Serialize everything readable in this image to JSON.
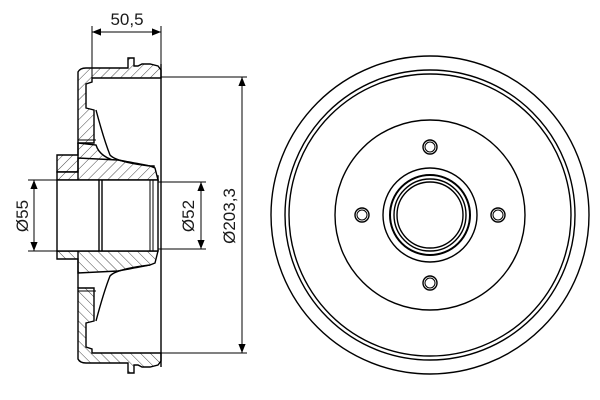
{
  "drawing": {
    "title": "Brake drum technical drawing",
    "colors": {
      "line": "#000000",
      "text": "#1a1a1a",
      "background": "#ffffff"
    },
    "views": {
      "section": {
        "label": "cross-section view"
      },
      "front": {
        "label": "front view",
        "bolt_holes": 4
      }
    },
    "dimensions": {
      "width": {
        "value": "50,5"
      },
      "bore_outer": {
        "value": "Ø55"
      },
      "bore_inner": {
        "value": "Ø52"
      },
      "drum_diameter": {
        "value": "Ø203,3"
      }
    }
  }
}
